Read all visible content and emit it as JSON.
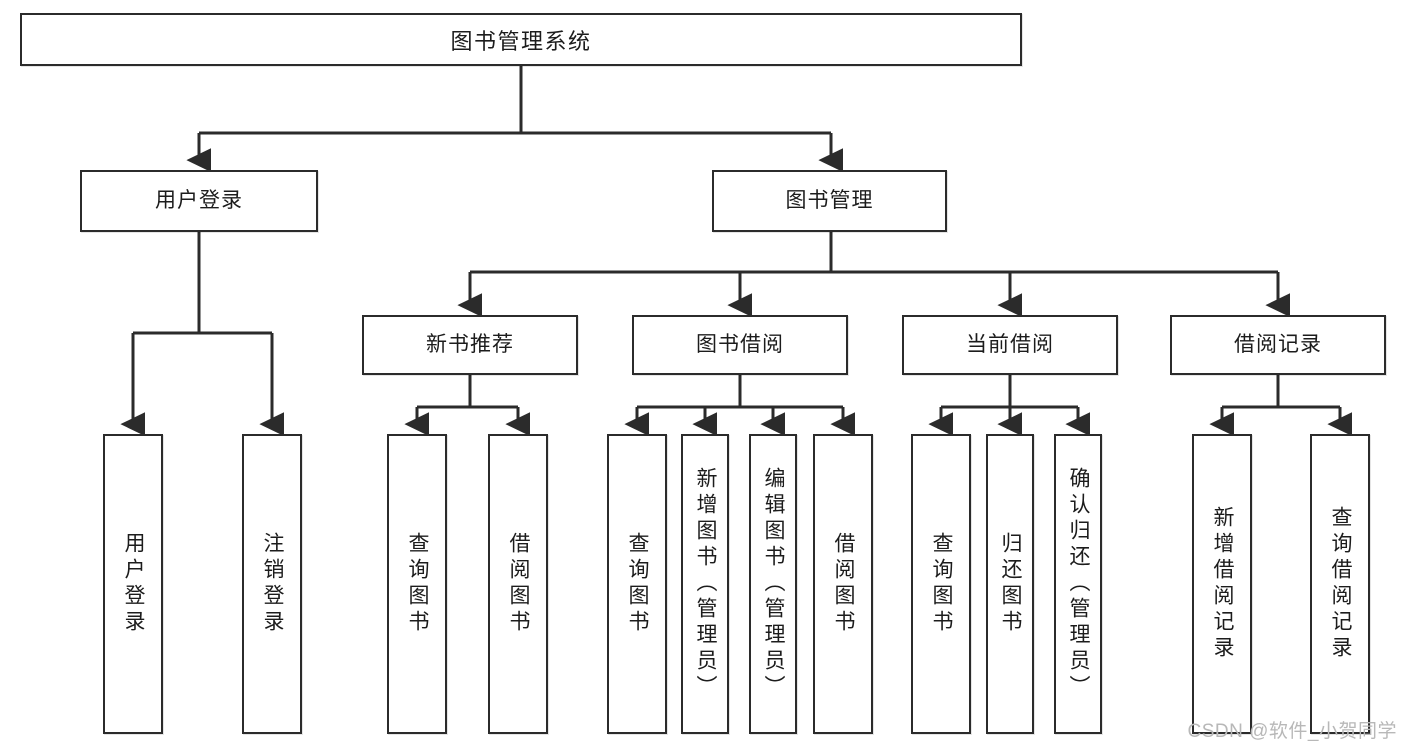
{
  "diagram": {
    "title": "图书管理系统",
    "watermark": "CSDN @软件_小贺同学",
    "levels": {
      "root": {
        "label": "图书管理系统"
      },
      "level2": [
        {
          "id": "user-login",
          "label": "用户登录"
        },
        {
          "id": "book-management",
          "label": "图书管理"
        }
      ],
      "level3": [
        {
          "id": "new-book-recommend",
          "label": "新书推荐"
        },
        {
          "id": "book-borrow",
          "label": "图书借阅"
        },
        {
          "id": "current-borrow",
          "label": "当前借阅"
        },
        {
          "id": "borrow-record",
          "label": "借阅记录"
        }
      ],
      "leaves": [
        {
          "id": "leaf-user-login",
          "parent": "user-login",
          "label": "用户登录"
        },
        {
          "id": "leaf-logout",
          "parent": "user-login",
          "label": "注销登录"
        },
        {
          "id": "leaf-query-book-1",
          "parent": "new-book-recommend",
          "label": "查询图书"
        },
        {
          "id": "leaf-borrow-book-1",
          "parent": "new-book-recommend",
          "label": "借阅图书"
        },
        {
          "id": "leaf-query-book-2",
          "parent": "book-borrow",
          "label": "查询图书"
        },
        {
          "id": "leaf-add-book",
          "parent": "book-borrow",
          "label": "新增图书（管理员）"
        },
        {
          "id": "leaf-edit-book",
          "parent": "book-borrow",
          "label": "编辑图书（管理员）"
        },
        {
          "id": "leaf-borrow-book-2",
          "parent": "book-borrow",
          "label": "借阅图书"
        },
        {
          "id": "leaf-query-book-3",
          "parent": "current-borrow",
          "label": "查询图书"
        },
        {
          "id": "leaf-return-book",
          "parent": "current-borrow",
          "label": "归还图书"
        },
        {
          "id": "leaf-confirm-return",
          "parent": "current-borrow",
          "label": "确认归还（管理员）"
        },
        {
          "id": "leaf-add-record",
          "parent": "borrow-record",
          "label": "新增借阅记录"
        },
        {
          "id": "leaf-query-record",
          "parent": "borrow-record",
          "label": "查询借阅记录"
        }
      ]
    },
    "colors": {
      "stroke": "#2b2b2b",
      "fill": "#ffffff",
      "text": "#1c1c1c",
      "watermark": "#b8b8b8"
    }
  }
}
